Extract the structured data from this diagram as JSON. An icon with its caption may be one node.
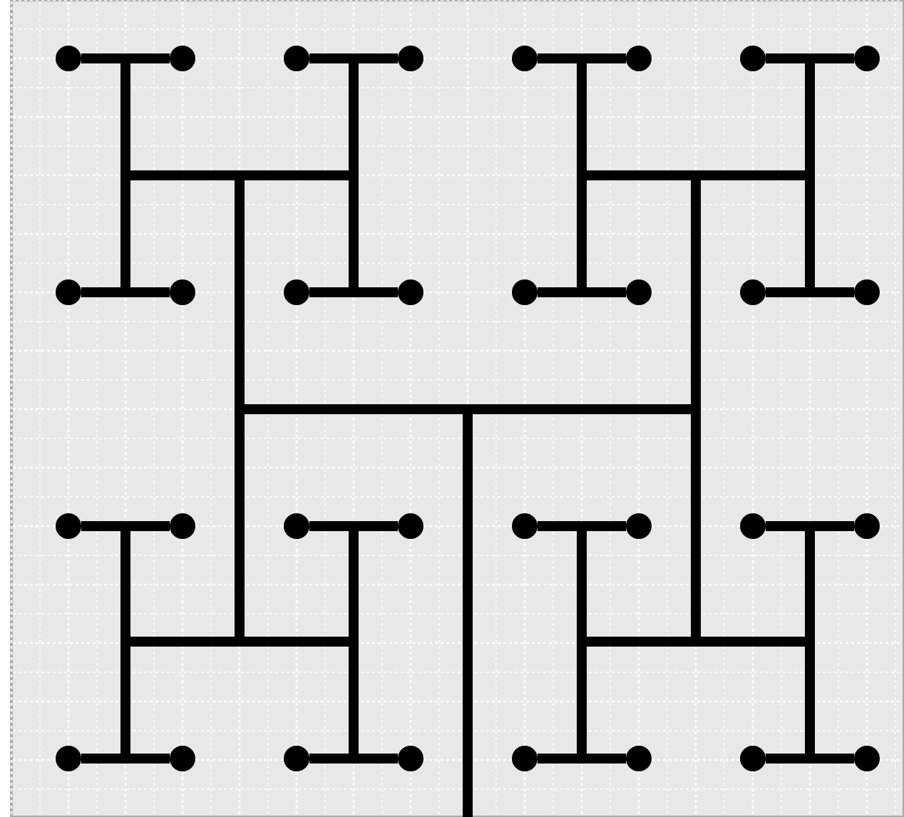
{
  "diagram": {
    "nodes": [
      {
        "text": [],
        "shape": "circle"
      },
      {
        "text": [],
        "shape": "circle"
      },
      {
        "text": [],
        "shape": "circle"
      },
      {
        "text": [],
        "shape": "circle"
      },
      {
        "text": [],
        "shape": "circle"
      },
      {
        "text": [],
        "shape": "circle"
      },
      {
        "text": [],
        "shape": "circle"
      },
      {
        "text": [],
        "shape": "circle"
      },
      {
        "text": [],
        "shape": "circle"
      },
      {
        "text": [],
        "shape": "circle"
      },
      {
        "text": [],
        "shape": "circle"
      },
      {
        "text": [],
        "shape": "circle"
      },
      {
        "text": [],
        "shape": "circle"
      },
      {
        "text": [],
        "shape": "circle"
      },
      {
        "text": [],
        "shape": "circle"
      },
      {
        "text": [],
        "shape": "circle"
      },
      {
        "text": [],
        "shape": "circle"
      },
      {
        "text": [],
        "shape": "circle"
      },
      {
        "text": [],
        "shape": "circle"
      },
      {
        "text": [],
        "shape": "circle"
      },
      {
        "text": [],
        "shape": "circle"
      },
      {
        "text": [],
        "shape": "circle"
      },
      {
        "text": [],
        "shape": "circle"
      },
      {
        "text": [],
        "shape": "circle"
      },
      {
        "text": [],
        "shape": "circle"
      },
      {
        "text": [],
        "shape": "circle"
      },
      {
        "text": [],
        "shape": "circle"
      },
      {
        "text": [],
        "shape": "circle"
      },
      {
        "text": [],
        "shape": "circle"
      },
      {
        "text": [],
        "shape": "circle"
      },
      {
        "text": [],
        "shape": "circle"
      },
      {
        "text": [],
        "shape": "circle"
      }
    ],
    "edges": [
      {
        "from": 0,
        "to": 1,
        "arrow": "none"
      },
      {
        "from": 2,
        "to": 3,
        "arrow": "none"
      },
      {
        "from": 4,
        "to": 5,
        "arrow": "none"
      },
      {
        "from": 6,
        "to": 7,
        "arrow": "none"
      },
      {
        "from": 8,
        "to": 9,
        "arrow": "none"
      },
      {
        "from": 10,
        "to": 11,
        "arrow": "none"
      },
      {
        "from": 12,
        "to": 13,
        "arrow": "none"
      },
      {
        "from": 14,
        "to": 15,
        "arrow": "none"
      },
      {
        "from": 16,
        "to": 17,
        "arrow": "none"
      },
      {
        "from": 18,
        "to": 19,
        "arrow": "none"
      },
      {
        "from": 20,
        "to": 21,
        "arrow": "none"
      },
      {
        "from": 22,
        "to": 23,
        "arrow": "none"
      },
      {
        "from": 24,
        "to": 25,
        "arrow": "none"
      },
      {
        "from": 26,
        "to": 27,
        "arrow": "none"
      },
      {
        "from": 28,
        "to": 29,
        "arrow": "none"
      },
      {
        "from": 30,
        "to": 31,
        "arrow": "none"
      }
    ]
  }
}
